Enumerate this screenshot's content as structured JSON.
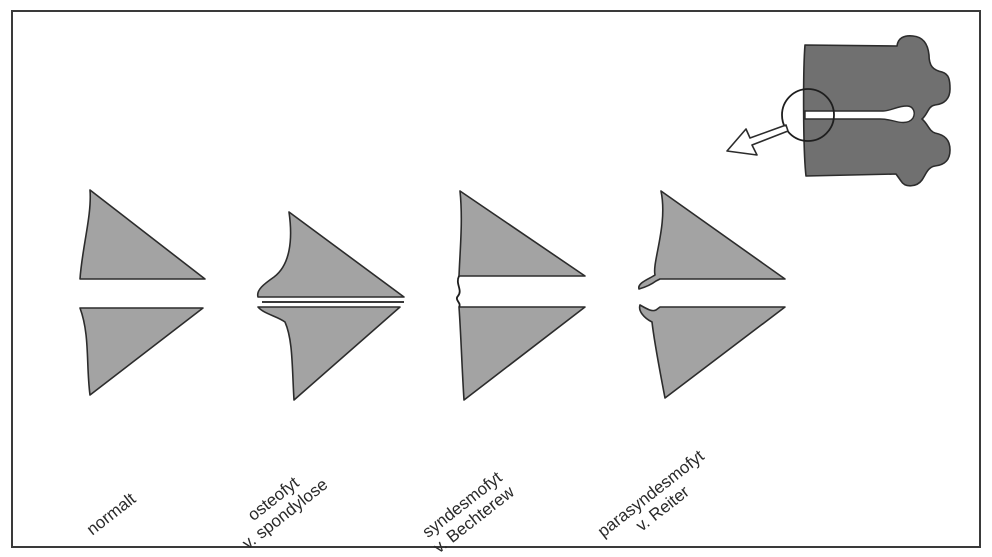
{
  "labels": {
    "normal": [
      "normalt"
    ],
    "osteophyte": [
      "osteofyt",
      "v. spondylose"
    ],
    "syndesmophyte": [
      "syndesmofyt",
      "v. Bechterew"
    ],
    "parasyndesmophyte": [
      "parasyndesmofyt",
      "v. Reiter"
    ]
  },
  "colors": {
    "bone_fill": "#a3a3a3",
    "vertebra_fill": "#707070",
    "outline": "#2c2c2c",
    "frame_border": "#3a3a3a"
  }
}
